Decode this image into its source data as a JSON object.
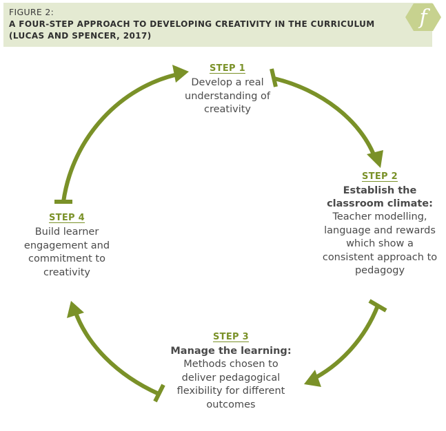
{
  "header": {
    "figure_label": "FIGURE 2:",
    "title": "A FOUR-STEP APPROACH TO DEVELOPING CREATIVITY IN THE CURRICULUM (LUCAS AND SPENCER, 2017)"
  },
  "logo": {
    "letter": "f",
    "icon": "hexagon-f-logo"
  },
  "colors": {
    "accent": "#7a9128",
    "header_bg": "#e4ead2",
    "logo_bg": "#c7d28f"
  },
  "steps": [
    {
      "label": "STEP 1",
      "heading": "",
      "text": "Develop a real understanding of creativity"
    },
    {
      "label": "STEP 2",
      "heading": "Establish the classroom climate:",
      "text": "Teacher modelling, language and rewards which show a consistent approach to pedagogy"
    },
    {
      "label": "STEP 3",
      "heading": "Manage the learning:",
      "text": "Methods chosen to deliver pedagogical flexibility for different outcomes"
    },
    {
      "label": "STEP 4",
      "heading": "",
      "text": "Build learner engagement and commitment to creativity"
    }
  ]
}
